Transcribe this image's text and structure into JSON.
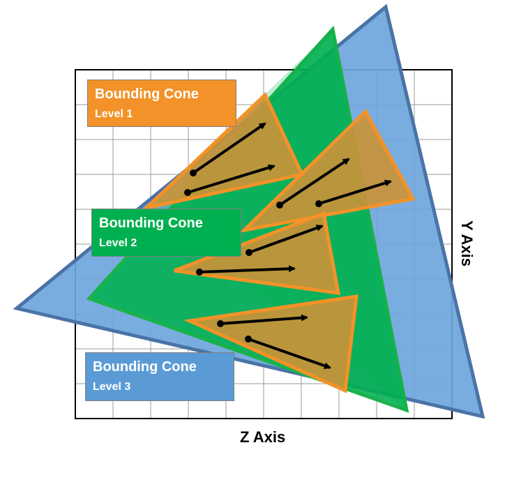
{
  "colors": {
    "level1": "#f39228",
    "level1_fill": "#c9923a",
    "level2": "#19b24b",
    "level2_fill": "#00b050",
    "level3": "#4a73a6",
    "level3_fill": "#6fa6dc",
    "grid": "#9a9a9a",
    "frame": "#000000",
    "arrow": "#000000"
  },
  "labels": {
    "level1": {
      "title": "Bounding Cone",
      "level": "Level 1",
      "bg": "#f39228"
    },
    "level2": {
      "title": "Bounding Cone",
      "level": "Level 2",
      "bg": "#00b050"
    },
    "level3": {
      "title": "Bounding Cone",
      "level": "Level 3",
      "bg": "#5b9bd5"
    }
  },
  "axes": {
    "x_label": "Z Axis",
    "y_label": "Y Axis"
  }
}
